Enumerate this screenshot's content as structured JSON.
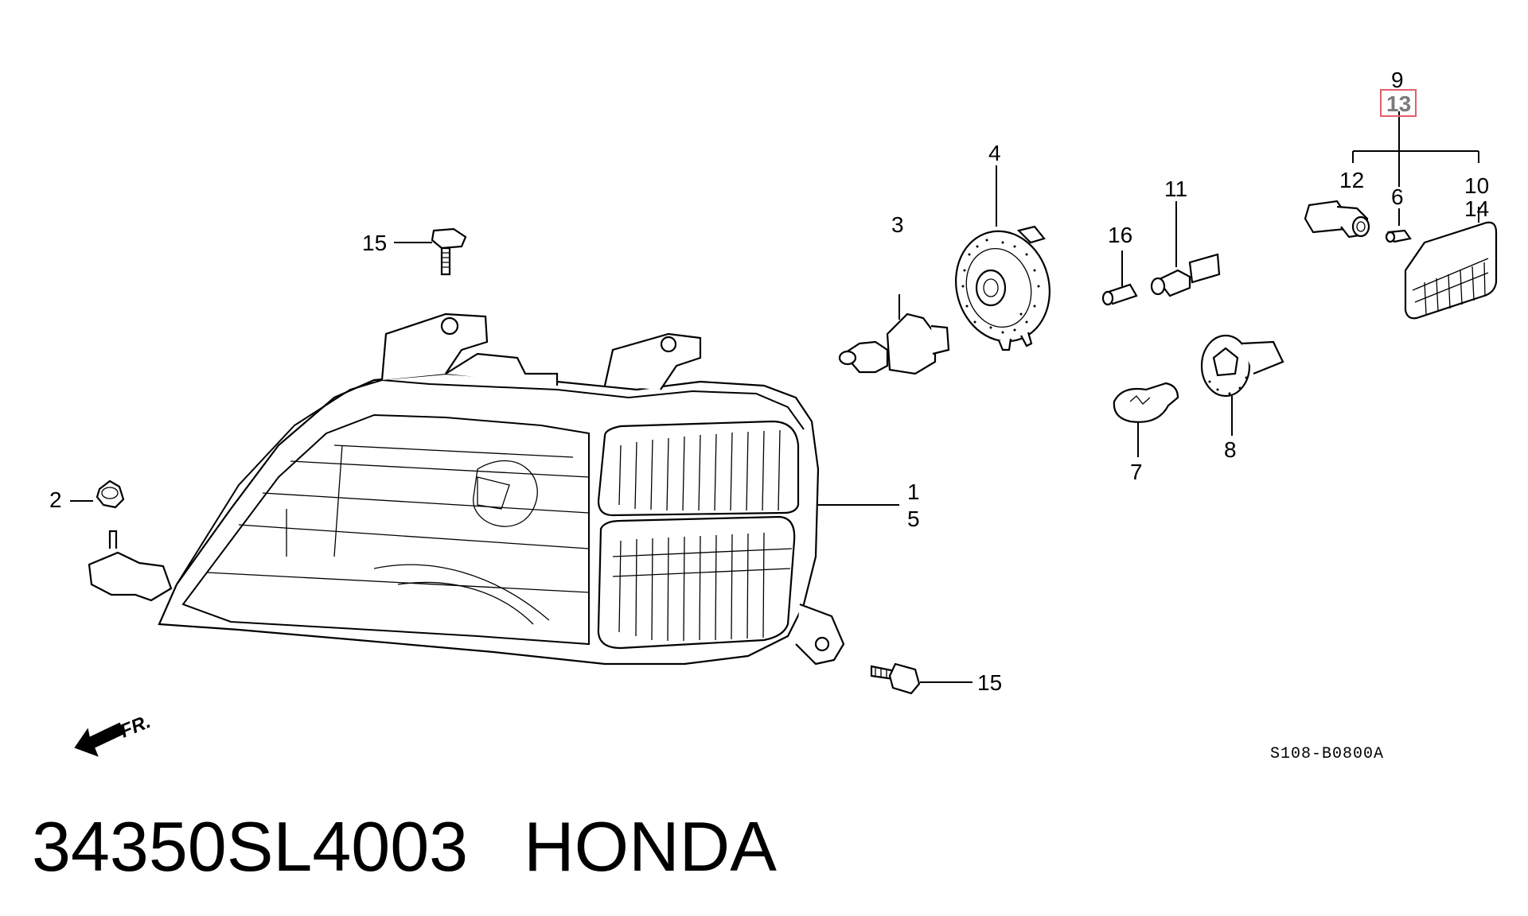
{
  "diagram": {
    "callouts": {
      "c1": "1",
      "c2": "2",
      "c3": "3",
      "c4": "4",
      "c5": "5",
      "c6": "6",
      "c7": "7",
      "c8": "8",
      "c9": "9",
      "c10": "10",
      "c11": "11",
      "c12": "12",
      "c13": "13",
      "c14": "14",
      "c15a": "15",
      "c15b": "15",
      "c16": "16"
    },
    "highlighted_callout": "13",
    "highlight_color": "#e35f6b",
    "front_marker": "FR.",
    "drawing_code": "S108-B0800A"
  },
  "footer": {
    "part_number": "34350SL4003",
    "brand": "HONDA"
  }
}
